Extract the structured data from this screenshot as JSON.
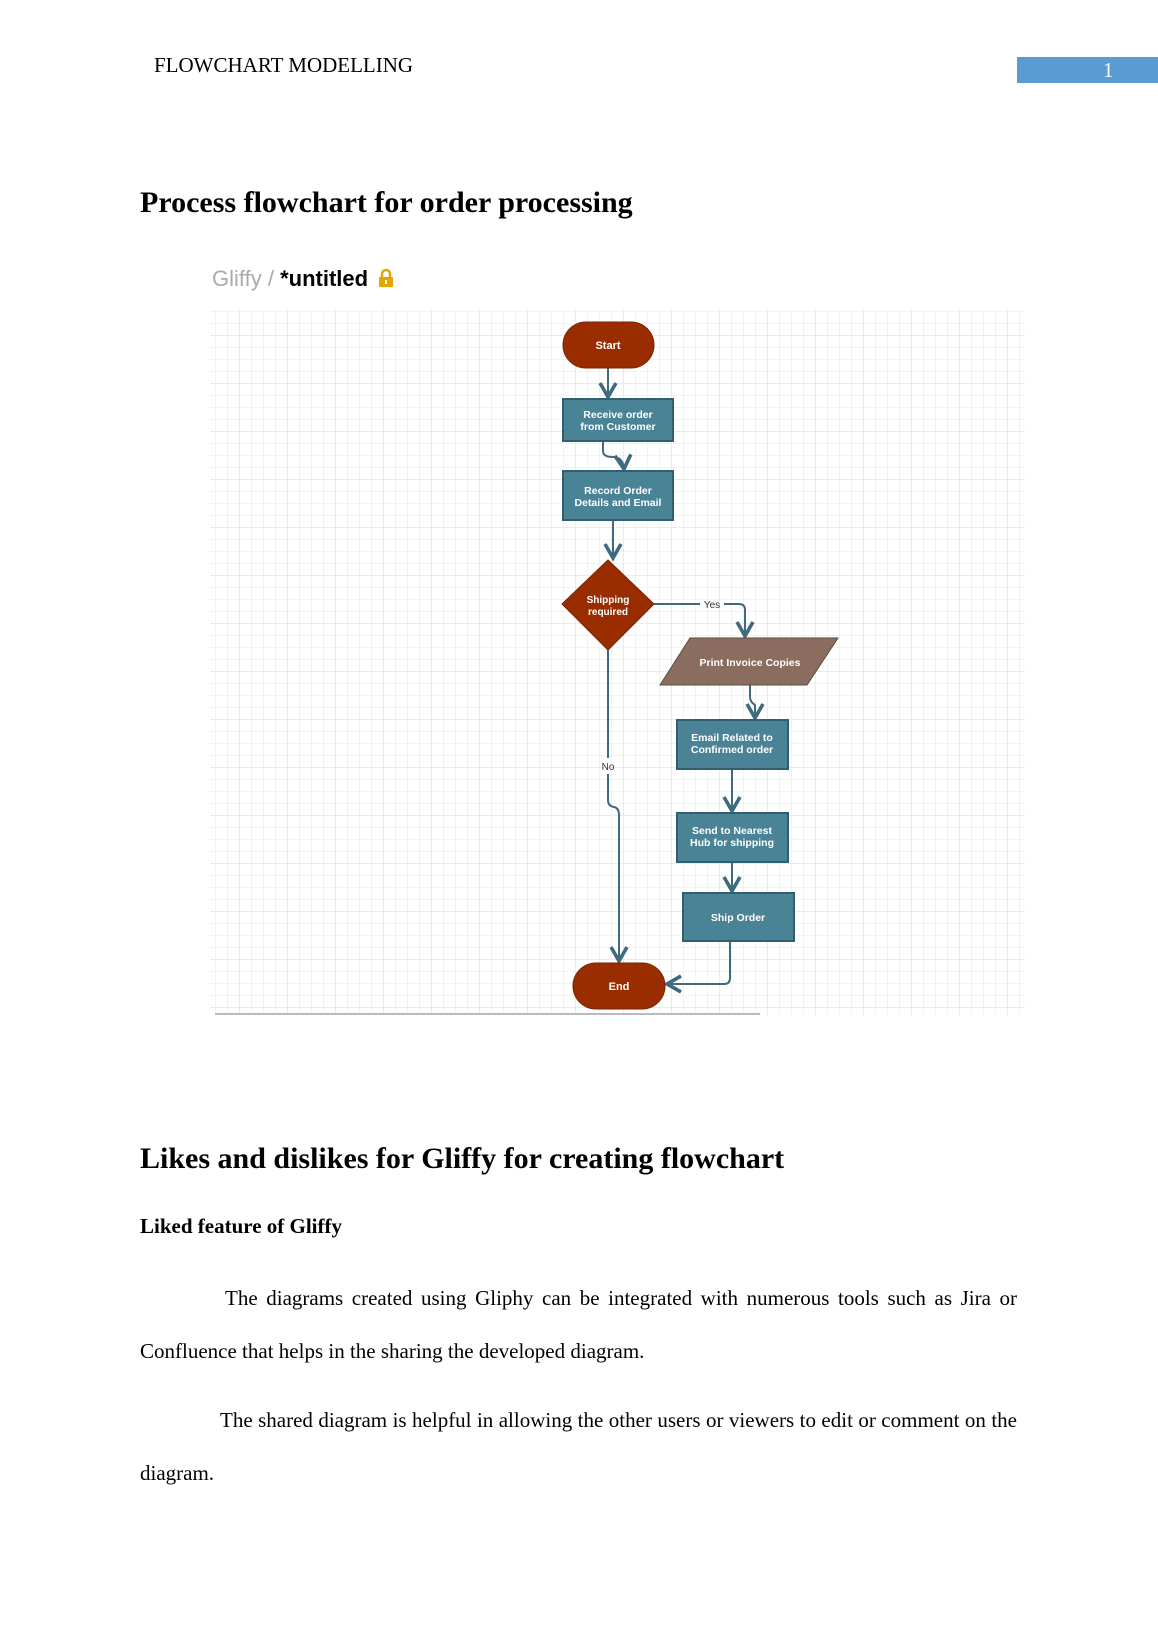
{
  "header": {
    "running_title": "FLOWCHART MODELLING",
    "page_number": "1"
  },
  "section1": {
    "heading": "Process flowchart for order processing"
  },
  "gliffy": {
    "app": "Gliffy /",
    "doc": "*untitled",
    "lock_icon": "lock-icon"
  },
  "flowchart": {
    "start": "Start",
    "receive": [
      "Receive order",
      "from Customer"
    ],
    "record": [
      "Record Order",
      "Details and Email"
    ],
    "decision": [
      "Shipping",
      "required"
    ],
    "yes": "Yes",
    "no": "No",
    "print": "Print Invoice Copies",
    "email": [
      "Email Related to",
      "Confirmed order"
    ],
    "send": [
      "Send to Nearest",
      "Hub for shipping"
    ],
    "ship": "Ship Order",
    "end": "End",
    "colors": {
      "terminal": "#9a2d00",
      "process": "#4a8296",
      "io": "#8a6d5e",
      "line": "#3f6a80"
    }
  },
  "section2": {
    "heading": "Likes and dislikes for Gliffy for creating flowchart",
    "subheading": "Liked feature of Gliffy",
    "p1": "The diagrams created using Gliphy can be integrated with numerous tools such as Jira or Confluence that helps in the sharing the developed diagram.",
    "p2": "The shared diagram is helpful in allowing the other users or viewers to edit or comment on the diagram."
  }
}
